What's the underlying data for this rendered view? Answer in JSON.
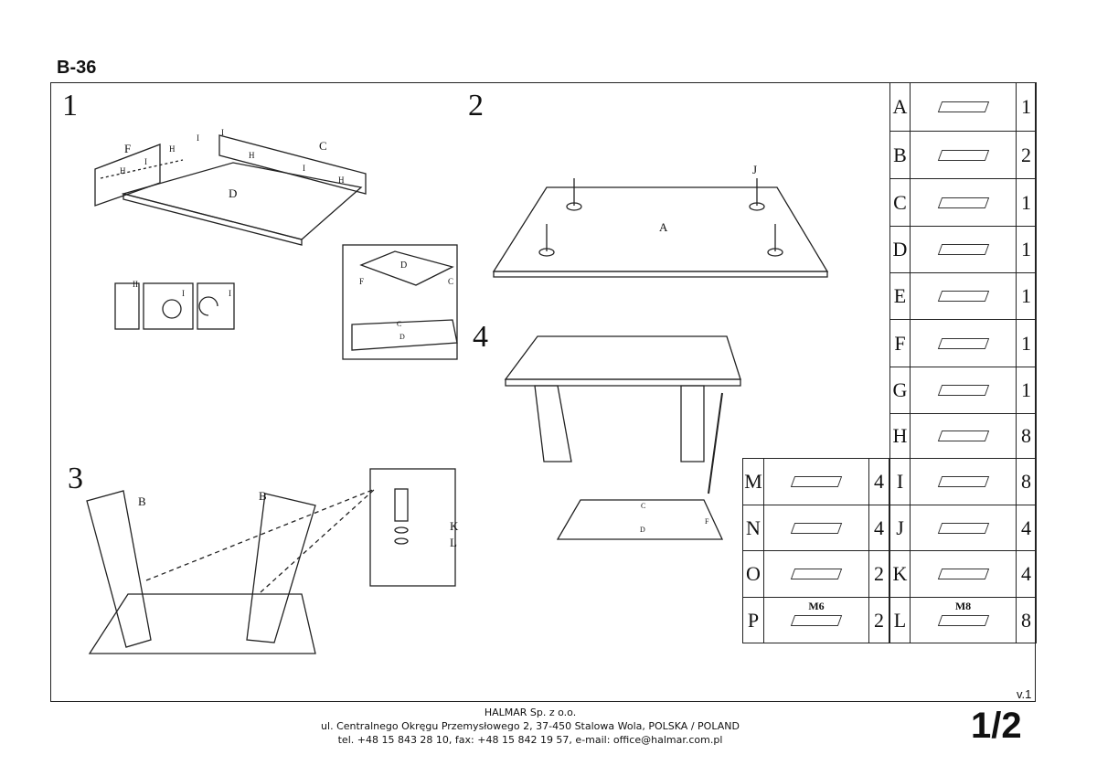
{
  "title": "B-36",
  "steps": [
    "1",
    "2",
    "3",
    "4"
  ],
  "step1": {
    "labels": [
      "F",
      "C",
      "D",
      "H",
      "H",
      "H",
      "H",
      "I",
      "I",
      "I",
      "I"
    ],
    "inset_labels": [
      "D",
      "F",
      "C",
      "C",
      "D"
    ],
    "hw_labels": [
      "II",
      "I",
      "I"
    ]
  },
  "step2": {
    "labels": [
      "J",
      "A"
    ]
  },
  "step3": {
    "labels": [
      "B",
      "B",
      "K",
      "L"
    ]
  },
  "step4": {
    "labels": [
      "C",
      "D",
      "F"
    ]
  },
  "parts_right": [
    {
      "letter": "A",
      "qty": "1",
      "size": ""
    },
    {
      "letter": "B",
      "qty": "2",
      "size": ""
    },
    {
      "letter": "C",
      "qty": "1",
      "size": ""
    },
    {
      "letter": "D",
      "qty": "1",
      "size": ""
    },
    {
      "letter": "E",
      "qty": "1",
      "size": ""
    },
    {
      "letter": "F",
      "qty": "1",
      "size": ""
    },
    {
      "letter": "G",
      "qty": "1",
      "size": ""
    },
    {
      "letter": "H",
      "qty": "8",
      "size": ""
    },
    {
      "letter": "I",
      "qty": "8",
      "size": ""
    },
    {
      "letter": "J",
      "qty": "4",
      "size": ""
    },
    {
      "letter": "K",
      "qty": "4",
      "size": ""
    },
    {
      "letter": "L",
      "qty": "8",
      "size": "M8"
    }
  ],
  "parts_left": [
    {
      "letter": "M",
      "qty": "4",
      "size": ""
    },
    {
      "letter": "N",
      "qty": "4",
      "size": ""
    },
    {
      "letter": "O",
      "qty": "2",
      "size": ""
    },
    {
      "letter": "P",
      "qty": "2",
      "size": "M6"
    }
  ],
  "version": "v.1",
  "page_number": "1/2",
  "footer": {
    "company": "HALMAR Sp. z o.o.",
    "address": "ul. Centralnego Okręgu Przemysłowego 2, 37-450 Stalowa Wola, POLSKA / POLAND",
    "contact": "tel. +48 15 843 28 10, fax: +48 15 842 19 57, e-mail: office@halmar.com.pl"
  }
}
